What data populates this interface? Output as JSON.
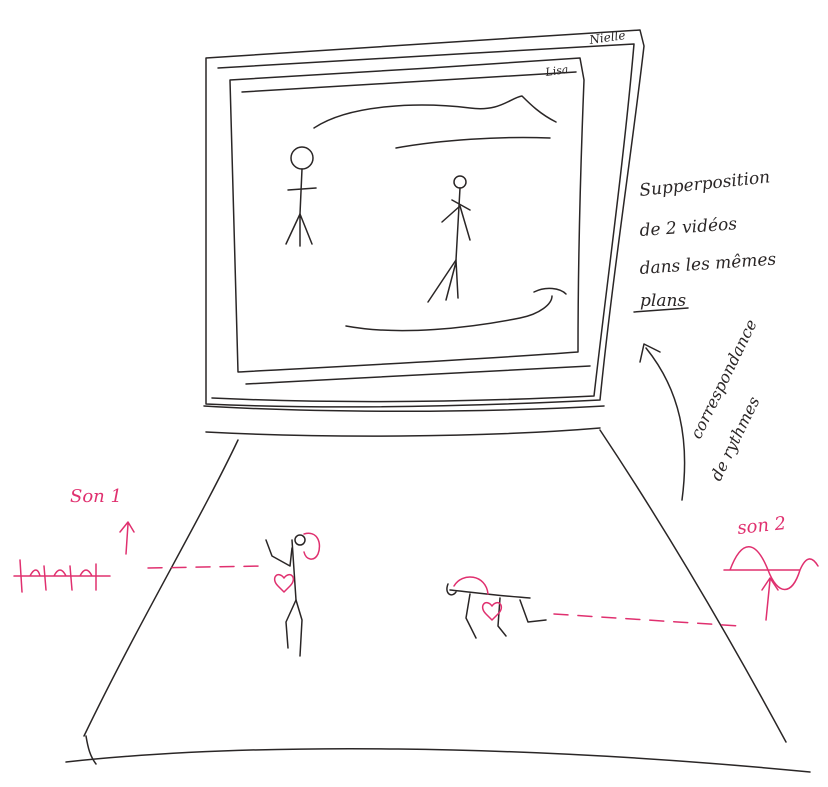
{
  "screen_labels": {
    "top_corner": "Nielle",
    "inner_corner": "Lisa"
  },
  "annotation_top": {
    "lines": [
      "Supperposition",
      "de 2 vidéos",
      "dans les mêmes",
      "plans"
    ]
  },
  "annotation_side": {
    "lines": [
      "correspondance",
      "de rythmes"
    ]
  },
  "sound_1": {
    "label": "Son 1"
  },
  "sound_2": {
    "label": "son 2"
  },
  "colors": {
    "ink": "#2a2626",
    "accent": "#e0306f",
    "paper": "#ffffff"
  }
}
